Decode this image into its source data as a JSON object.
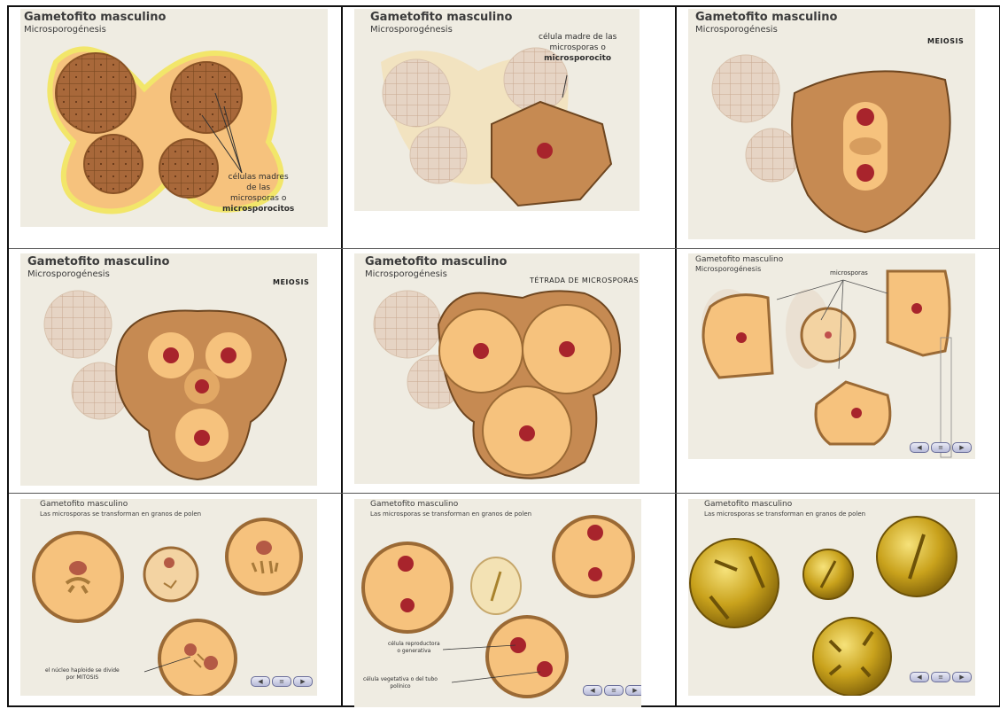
{
  "common": {
    "title": "Gametofito masculino",
    "subtitle_microsporo": "Microsporogénesis",
    "subtitle_polen": "Las microsporas se transforman en granos de polen"
  },
  "panels": {
    "p1": {
      "annotation_lines": [
        "células madres",
        "de las",
        "microsporas o"
      ],
      "annotation_bold": "microsporocitos"
    },
    "p2": {
      "annotation_lines": [
        "célula madre de las",
        "microsporas o"
      ],
      "annotation_bold": "microsporocito"
    },
    "p3": {
      "tag": "MEIOSIS"
    },
    "p4": {
      "tag": "MEIOSIS"
    },
    "p5": {
      "tag": "TÉTRADA DE MICROSPORAS"
    },
    "p6": {
      "label": "microsporas"
    },
    "p7": {
      "annotation_lines": [
        "el núcleo haploide se divide",
        "por MITOSIS"
      ]
    },
    "p8": {
      "label_repro_lines": [
        "célula reproductora",
        "o generativa"
      ],
      "label_veg_lines": [
        "célula vegetativa o del tubo",
        "polínico"
      ]
    }
  },
  "colors": {
    "background": "#efece2",
    "microspore_fill": "#f6c27d",
    "microspore_outline": "#9b6a35",
    "mother_cell": "#c68a52",
    "nucleus": "#a8242c",
    "sporangium_tissue": "#f7d79b",
    "pollen_gold": "#c9a21c"
  },
  "icons": {
    "nav": [
      "back-arrow-icon",
      "menu-icon",
      "forward-arrow-icon"
    ]
  }
}
